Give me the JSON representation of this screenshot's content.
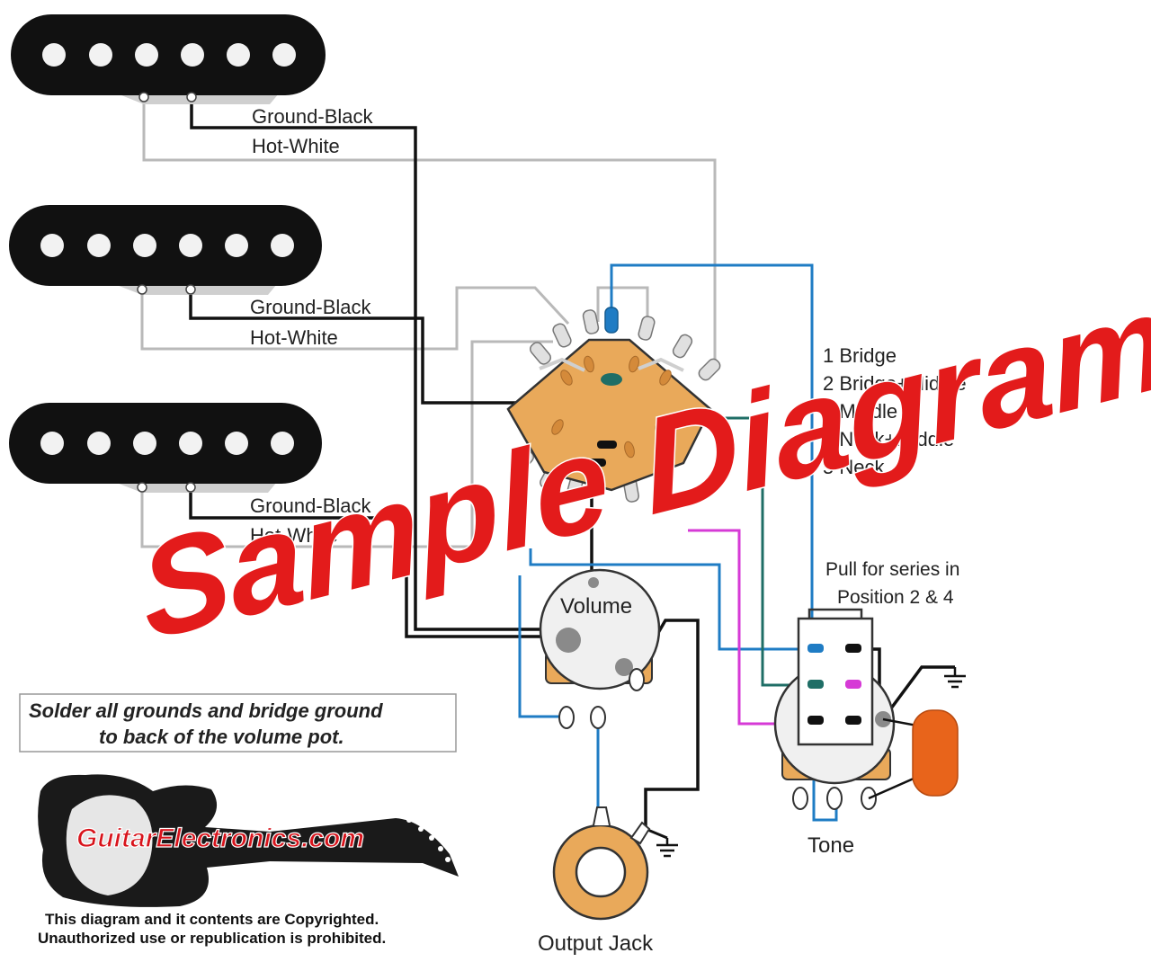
{
  "pickups": {
    "neck": {
      "ground_label": "Ground-Black",
      "hot_label": "Hot-White"
    },
    "middle": {
      "ground_label": "Ground-Black",
      "hot_label": "Hot-White"
    },
    "bridge": {
      "ground_label": "Ground-Black",
      "hot_label": "Hot-White"
    }
  },
  "switch_positions": [
    "1 Bridge",
    "2 Bridge+Middle",
    "3 Middle",
    "4 Neck+Middle",
    "5 Neck"
  ],
  "pull_note": {
    "line1": "Pull for series in",
    "line2": "Position 2 & 4"
  },
  "components": {
    "volume_label": "Volume",
    "tone_label": "Tone",
    "output_jack_label": "Output Jack"
  },
  "solder_note": {
    "line1": "Solder all grounds and bridge ground",
    "line2": "to back of the volume pot."
  },
  "logo": {
    "text": "GuitarElectronics.com"
  },
  "copyright": {
    "line1": "This diagram and it contents are Copyrighted.",
    "line2": "Unauthorized use or republication is prohibited."
  },
  "watermark": {
    "text": "Sample Diagram"
  },
  "colors": {
    "pickup_body": "#111111",
    "pickup_pole": "#f2f2f2",
    "wire_gray": "#b9b9b9",
    "wire_black": "#111111",
    "wire_blue": "#1f7cc4",
    "wire_teal": "#1f6e66",
    "wire_magenta": "#d63ad6",
    "switch_body": "#e9a95a",
    "capacitor": "#e8641b",
    "watermark_red": "#e31b1b",
    "logo_red": "#d8141c"
  }
}
